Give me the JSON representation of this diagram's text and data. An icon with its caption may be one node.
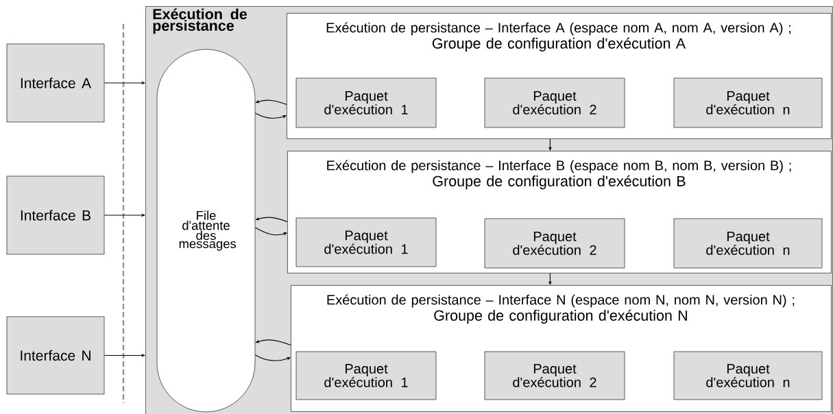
{
  "diagram": {
    "nodes": [
      {
        "text": [
          "Interface A"
        ]
      },
      {
        "text": [
          "Interface B"
        ]
      },
      {
        "text": [
          "Interface N"
        ]
      },
      {
        "text": [
          "Exécution de persistance"
        ]
      },
      {
        "text": [
          "File d'attente des messages"
        ],
        "in": 3
      },
      {
        "text": [
          "Exécution de persistance – Interface A (espace nom A, nom A, version A) ;",
          "Groupe de configuration d'exécution A"
        ],
        "in": 3
      },
      {
        "text": [
          "Paquet d'exécution 1"
        ],
        "in": 5
      },
      {
        "text": [
          "Paquet d'exécution 2"
        ],
        "in": 5
      },
      {
        "text": [
          "Paquet d'exécution n"
        ],
        "in": 5
      },
      {
        "text": [
          "Exécution de persistance – Interface B (espace nom B, nom B, version B) ;",
          "Groupe de configuration d'exécution B"
        ],
        "in": 3
      },
      {
        "text": [
          "Paquet d'exécution 1"
        ],
        "in": 9
      },
      {
        "text": [
          "Paquet d'exécution 2"
        ],
        "in": 9
      },
      {
        "text": [
          "Paquet d'exécution n"
        ],
        "in": 9
      },
      {
        "text": [
          "Exécution de persistance – Interface N (espace nom N, nom N, version N) ;",
          "Groupe de configuration d'exécution N"
        ],
        "in": 3
      },
      {
        "text": [
          "Paquet d'exécution 1"
        ],
        "in": 13
      },
      {
        "text": [
          "Paquet d'exécution 2"
        ],
        "in": 13
      },
      {
        "text": [
          "Paquet d'exécution n"
        ],
        "in": 13
      }
    ],
    "edges": [
      {
        "from": 0,
        "to": 3,
        "arrow": "to"
      },
      {
        "from": 1,
        "to": 3,
        "arrow": "to"
      },
      {
        "from": 2,
        "to": 3,
        "arrow": "to"
      },
      {
        "from": 5,
        "to": 4,
        "arrow": "to"
      },
      {
        "from": 4,
        "to": 5,
        "arrow": "to"
      },
      {
        "from": 9,
        "to": 4,
        "arrow": "to"
      },
      {
        "from": 4,
        "to": 9,
        "arrow": "to"
      },
      {
        "from": 13,
        "to": 4,
        "arrow": "to"
      },
      {
        "from": 4,
        "to": 13,
        "arrow": "to"
      },
      {
        "from": 5,
        "to": 9,
        "arrow": "to"
      },
      {
        "from": 9,
        "to": 13,
        "arrow": "to"
      }
    ]
  }
}
